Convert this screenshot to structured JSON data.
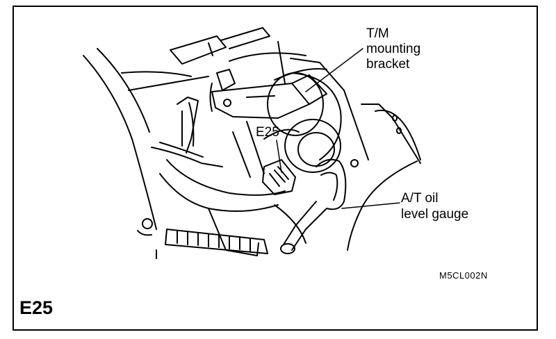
{
  "figure": {
    "callouts": {
      "tm_bracket": [
        "T/M",
        "mounting",
        "bracket"
      ],
      "connector": "E25",
      "oil_gauge": [
        "A/T oil",
        "level gauge"
      ]
    },
    "drawing_code": "M5CL002N",
    "connector_tag": "E25"
  }
}
